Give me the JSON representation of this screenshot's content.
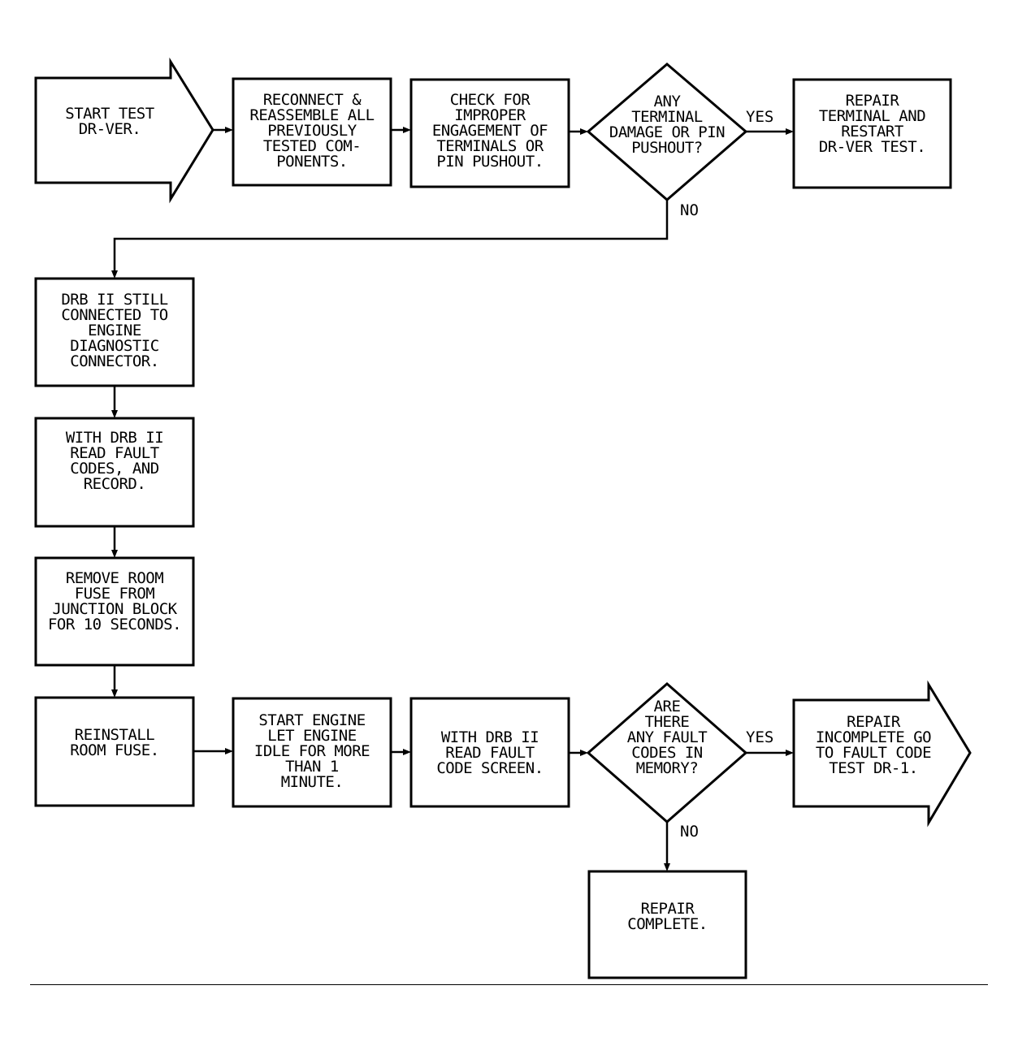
{
  "nodes": {
    "start": "START TEST\nDR-VER.",
    "reconnect": "RECONNECT &\nREASSEMBLE ALL\nPREVIOUSLY\nTESTED COM-\nPONENTS.",
    "check_engagement": "CHECK FOR\nIMPROPER\nENGAGEMENT OF\nTERMINALS OR\nPIN PUSHOUT.",
    "decision_damage": "ANY\nTERMINAL\nDAMAGE OR PIN\nPUSHOUT?",
    "repair_terminal": "REPAIR\nTERMINAL AND\nRESTART\nDR-VER TEST.",
    "drb_connected": "DRB II STILL\nCONNECTED TO\nENGINE\nDIAGNOSTIC\nCONNECTOR.",
    "read_codes": "WITH DRB II\nREAD FAULT\nCODES, AND\nRECORD.",
    "remove_fuse": "REMOVE ROOM\nFUSE FROM\nJUNCTION BLOCK\nFOR 10 SECONDS.",
    "reinstall_fuse": "REINSTALL\nROOM FUSE.",
    "start_engine": "START ENGINE\nLET ENGINE\nIDLE FOR MORE\nTHAN 1\nMINUTE.",
    "read_screen": "WITH DRB II\nREAD FAULT\nCODE SCREEN.",
    "decision_codes": "ARE\nTHERE\nANY FAULT\nCODES IN\nMEMORY?",
    "repair_incomplete": "REPAIR\nINCOMPLETE GO\nTO FAULT CODE\nTEST DR-1.",
    "repair_complete": "REPAIR\nCOMPLETE."
  },
  "edge_labels": {
    "damage_yes": "YES",
    "damage_no": "NO",
    "codes_yes": "YES",
    "codes_no": "NO"
  }
}
